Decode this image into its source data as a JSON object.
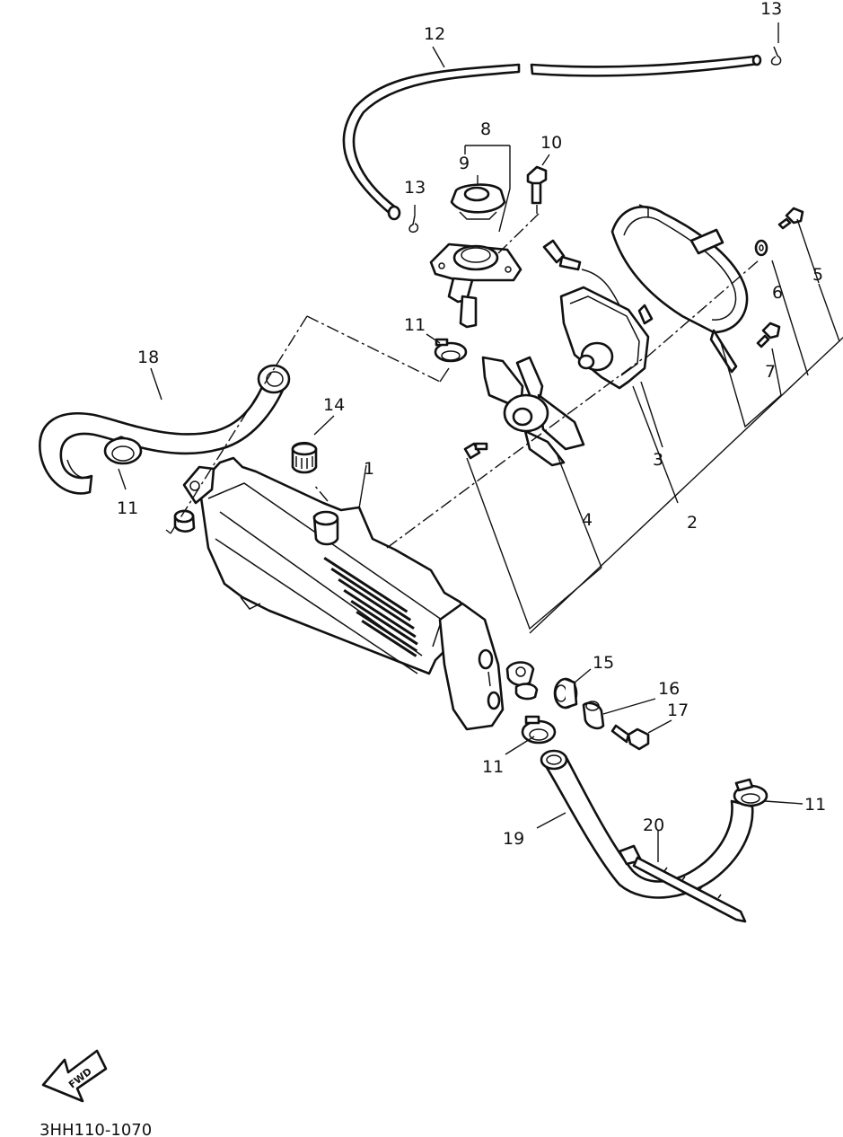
{
  "diagram": {
    "code": "3HH110-1070",
    "fwd_label": "FWD",
    "callouts": {
      "c1": "1",
      "c2": "2",
      "c3": "3",
      "c4": "4",
      "c5": "5",
      "c6": "6",
      "c7": "7",
      "c8": "8",
      "c9": "9",
      "c10": "10",
      "c11a": "11",
      "c11b": "11",
      "c11c": "11",
      "c11d": "11",
      "c12": "12",
      "c13a": "13",
      "c13b": "13",
      "c14": "14",
      "c15": "15",
      "c16": "16",
      "c17": "17",
      "c18": "18",
      "c19": "19",
      "c20": "20"
    }
  }
}
